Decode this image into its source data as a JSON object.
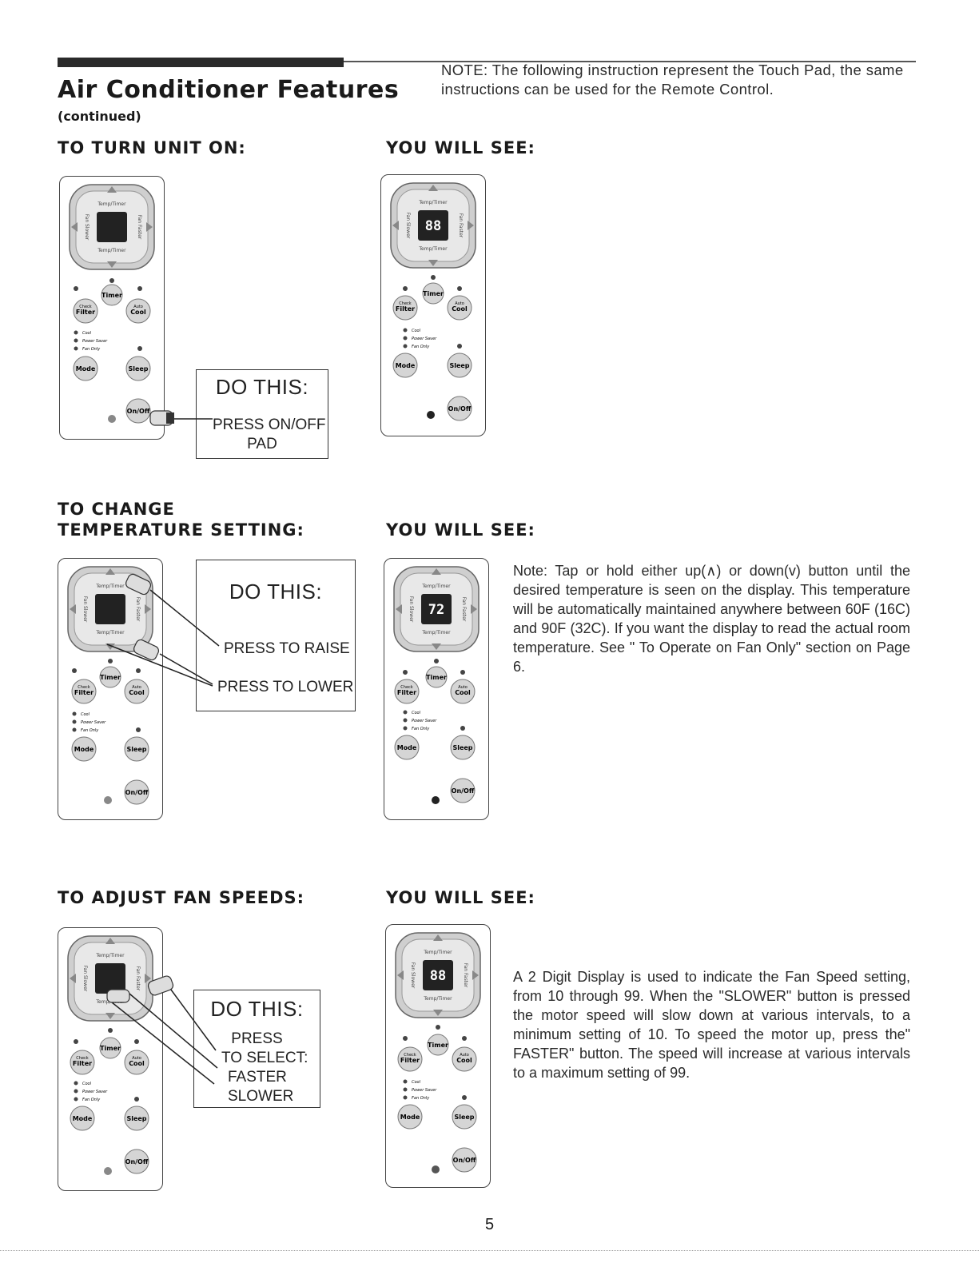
{
  "header": {
    "title": "Air Conditioner Features",
    "subtitle": "(continued)",
    "note": "NOTE: The following instruction represent the Touch Pad, the same instructions can be used for the Remote Control."
  },
  "labels": {
    "do_this": "DO THIS:",
    "you_will_see": "YOU WILL SEE:"
  },
  "sections": {
    "turn_on": {
      "heading": "TO TURN UNIT ON:",
      "instruction_1": "PRESS ON/OFF",
      "instruction_2": "PAD",
      "display": "88"
    },
    "temperature": {
      "heading_1": "TO CHANGE",
      "heading_2": "TEMPERATURE SETTING:",
      "raise": "PRESS TO RAISE",
      "lower": "PRESS TO LOWER",
      "display": "72",
      "note": "Note: Tap or hold either up(∧) or down(v) button until the desired temperature is seen on the display. This temperature will be automatically maintained anywhere between 60F (16C) and 90F (32C). If you want the display to read the actual room temperature. See \" To Operate on Fan Only\" section on Page 6."
    },
    "fan": {
      "heading": "TO ADJUST FAN SPEEDS:",
      "press": "PRESS",
      "to_select": "TO SELECT:",
      "faster": "FASTER",
      "slower": "SLOWER",
      "display": "88",
      "note": "A 2 Digit Display is used to indicate the Fan Speed setting, from 10 through 99. When the \"SLOWER\" button is pressed the motor speed will slow down at various intervals, to a minimum setting of 10. To speed the motor up, press the\" FASTER\" button. The speed will increase at various intervals to a maximum setting of 99."
    }
  },
  "panel": {
    "temp_timer": "Temp/Timer",
    "fan_slower": "Fan Slower",
    "fan_faster": "Fan Faster",
    "timer": "Timer",
    "check_filter_1": "Check",
    "check_filter_2": "Filter",
    "auto_cool_1": "Auto",
    "auto_cool_2": "Cool",
    "cool": "Cool",
    "power_saver": "Power Saver",
    "fan_only": "Fan Only",
    "mode": "Mode",
    "sleep": "Sleep",
    "on_off": "On/Off"
  },
  "footer": {
    "page_number": "5"
  },
  "colors": {
    "text": "#1a1a1a",
    "display": "#222222",
    "button_shade": "#bdbdbd",
    "display_text": "#ffffff"
  }
}
